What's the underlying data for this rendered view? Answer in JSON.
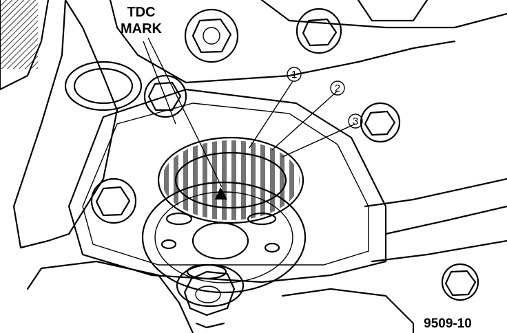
{
  "labels": {
    "tdc_line1": "TDC",
    "tdc_line2": "MARK",
    "figure_number": "9509-10"
  },
  "callouts": [
    "1",
    "2",
    "3"
  ]
}
